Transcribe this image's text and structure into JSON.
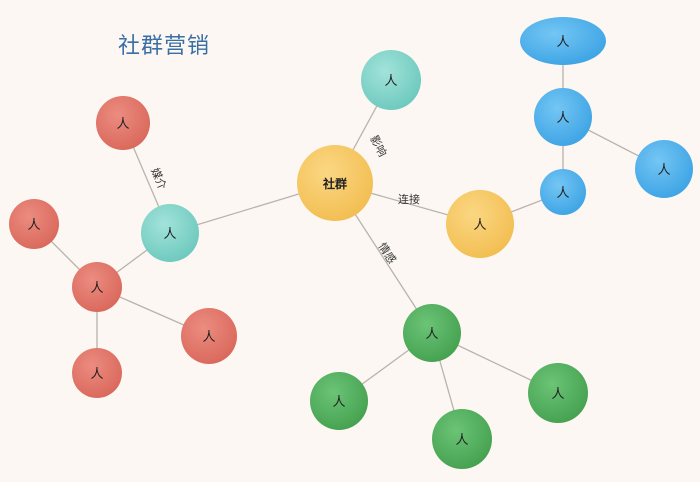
{
  "title": "社群营销",
  "center_label": "社群",
  "person_label": "人",
  "edge_labels": {
    "influence": "影响",
    "connect": "连接",
    "emotion": "情感",
    "medium": "媒介"
  },
  "colors": {
    "red": "#e07368",
    "teal": "#7fd3c8",
    "yellow": "#f7c661",
    "blue": "#4aaeeb",
    "green": "#4fae5b"
  }
}
